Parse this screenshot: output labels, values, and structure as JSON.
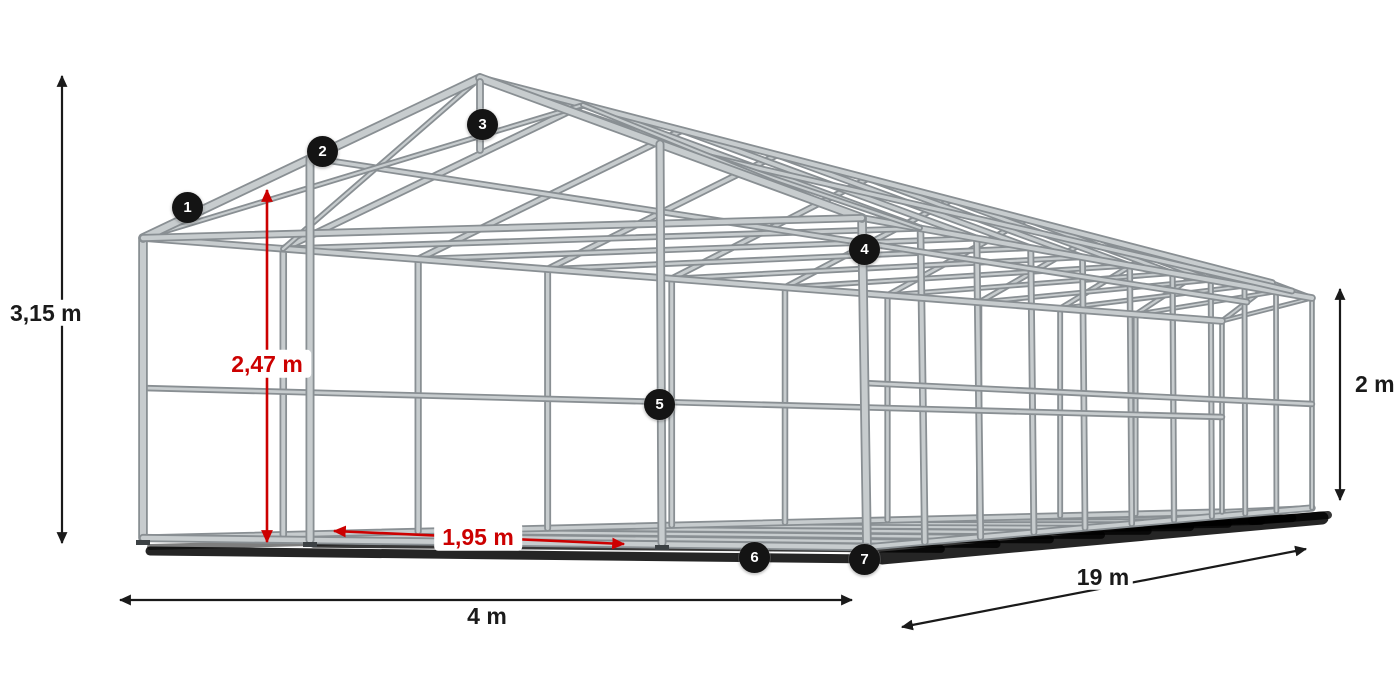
{
  "markers": [
    "1",
    "2",
    "3",
    "4",
    "5",
    "6",
    "7"
  ],
  "dimensions": {
    "total_height": {
      "label": "3,15 m"
    },
    "clearance_height": {
      "label": "2,47 m"
    },
    "passage_width": {
      "label": "1,95 m"
    },
    "side_height": {
      "label": "2 m"
    },
    "width": {
      "label": "4 m"
    },
    "length": {
      "label": "19 m"
    }
  },
  "colors": {
    "ink": "#1a1a1a",
    "dimension_red": "#cc0000",
    "tube_light": "#c7ccce",
    "tube_dark": "#898f93",
    "marker_bg": "#141414",
    "background": "#ffffff",
    "shadow": "#000000"
  }
}
